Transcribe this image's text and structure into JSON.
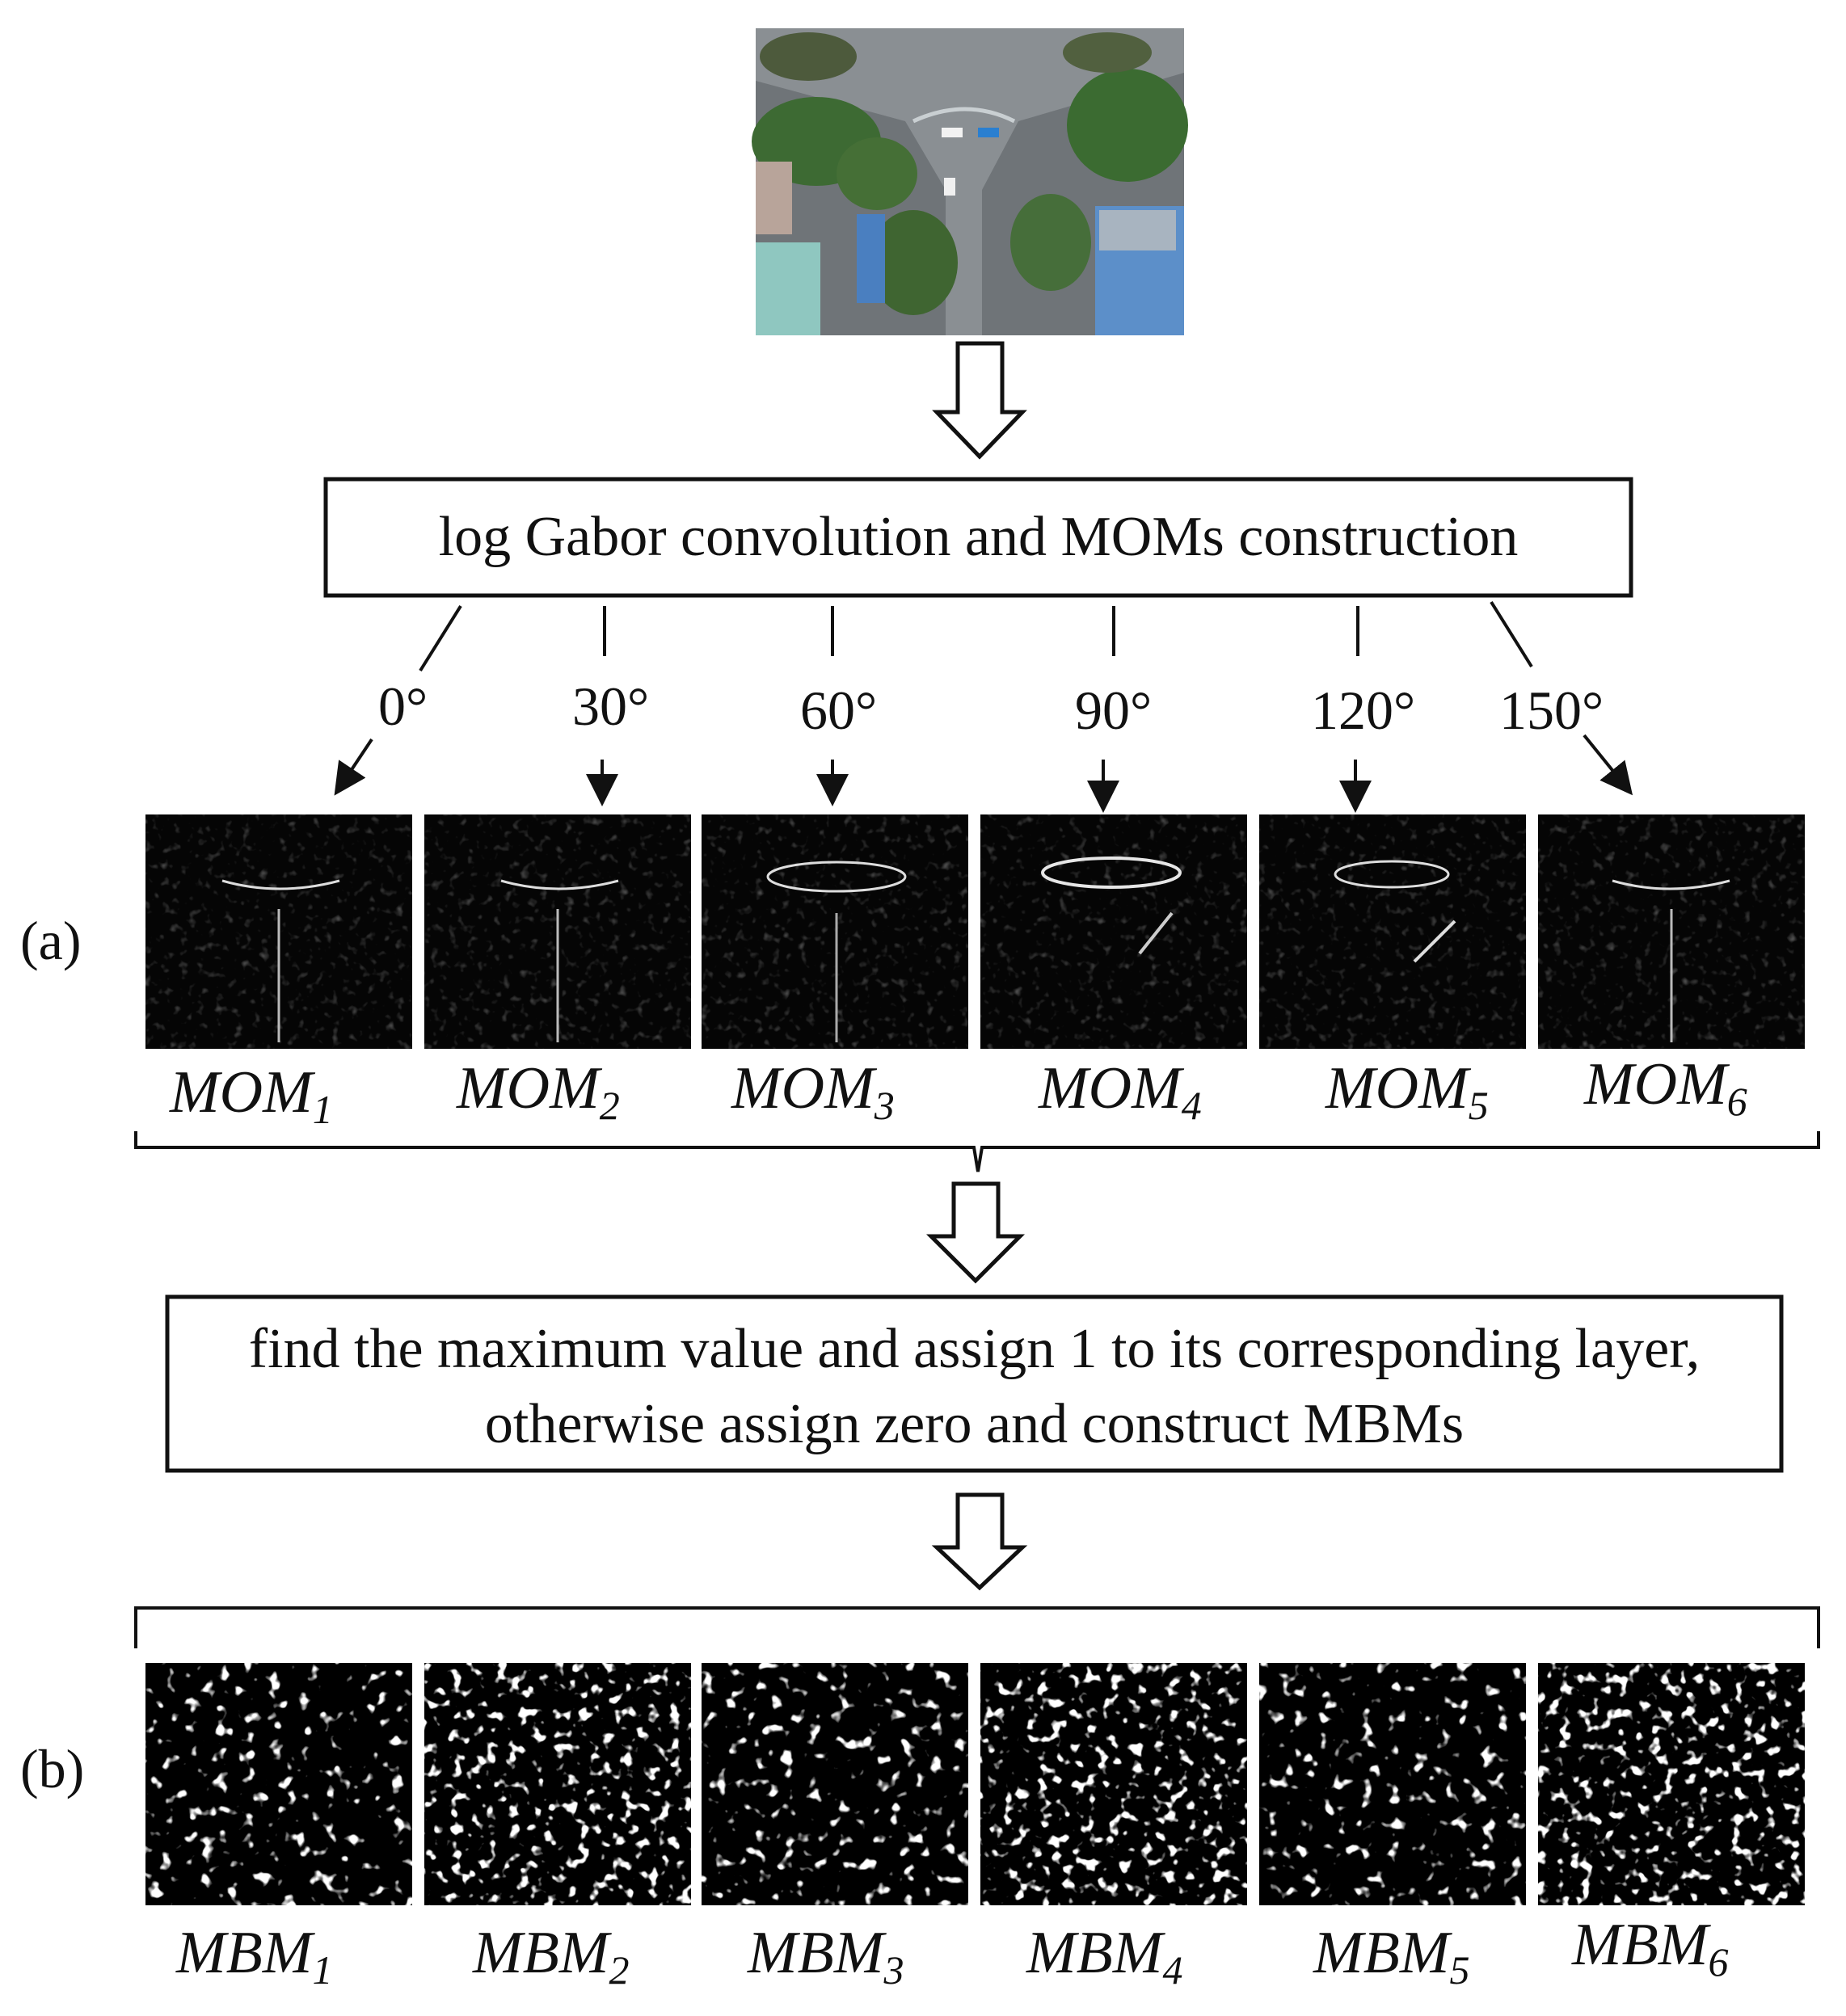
{
  "step1_box": "log Gabor convolution and MOMs construction",
  "step2_box_line1": "find the maximum value and assign 1 to its corresponding layer,",
  "step2_box_line2": "otherwise assign zero and construct MBMs",
  "angles": [
    "0°",
    "30°",
    "60°",
    "90°",
    "120°",
    "150°"
  ],
  "mom_labels": [
    {
      "base": "MOM",
      "sub": "1"
    },
    {
      "base": "MOM",
      "sub": "2"
    },
    {
      "base": "MOM",
      "sub": "3"
    },
    {
      "base": "MOM",
      "sub": "4"
    },
    {
      "base": "MOM",
      "sub": "5"
    },
    {
      "base": "MOM",
      "sub": "6"
    }
  ],
  "mbm_labels": [
    {
      "base": "MBM",
      "sub": "1"
    },
    {
      "base": "MBM",
      "sub": "2"
    },
    {
      "base": "MBM",
      "sub": "3"
    },
    {
      "base": "MBM",
      "sub": "4"
    },
    {
      "base": "MBM",
      "sub": "5"
    },
    {
      "base": "MBM",
      "sub": "6"
    }
  ],
  "panel_a": "(a)",
  "panel_b": "(b)"
}
